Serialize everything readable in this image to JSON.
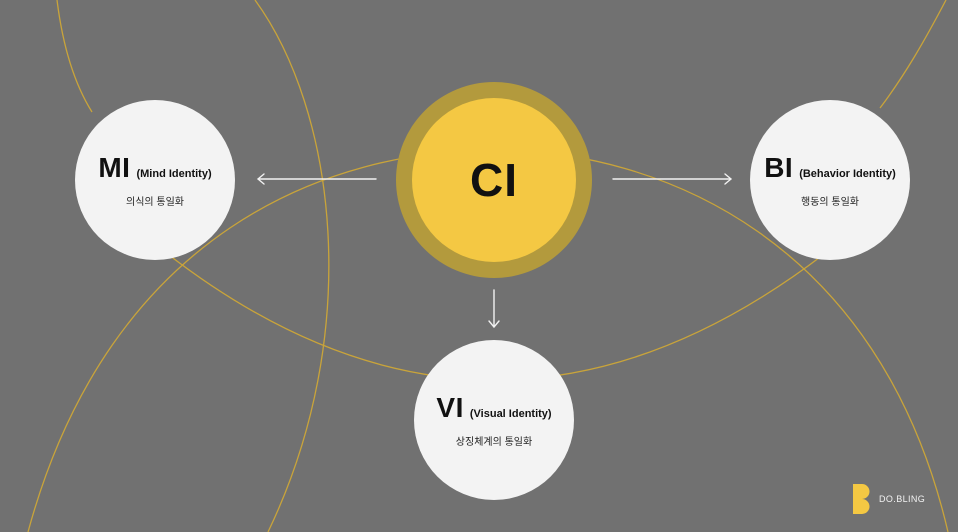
{
  "theme": {
    "background": "#717171",
    "arc_color": "#c9a43a",
    "ci_outer_color": "#b39a3d",
    "ci_inner_color": "#f4c843",
    "node_fill": "#f3f3f3",
    "arrow_color": "#f2f2f2",
    "logo_color": "#f4c843"
  },
  "center": {
    "label": "CI"
  },
  "nodes": {
    "mi": {
      "abbr": "MI",
      "full": "(Mind Identity)",
      "desc": "의식의 통일화"
    },
    "bi": {
      "abbr": "BI",
      "full": "(Behavior Identity)",
      "desc": "행동의 통일화"
    },
    "vi": {
      "abbr": "VI",
      "full": "(Visual Identity)",
      "desc": "상징체계의 통일화"
    }
  },
  "logo": {
    "icon": "b-logo-icon",
    "text": "DO.BLING"
  }
}
